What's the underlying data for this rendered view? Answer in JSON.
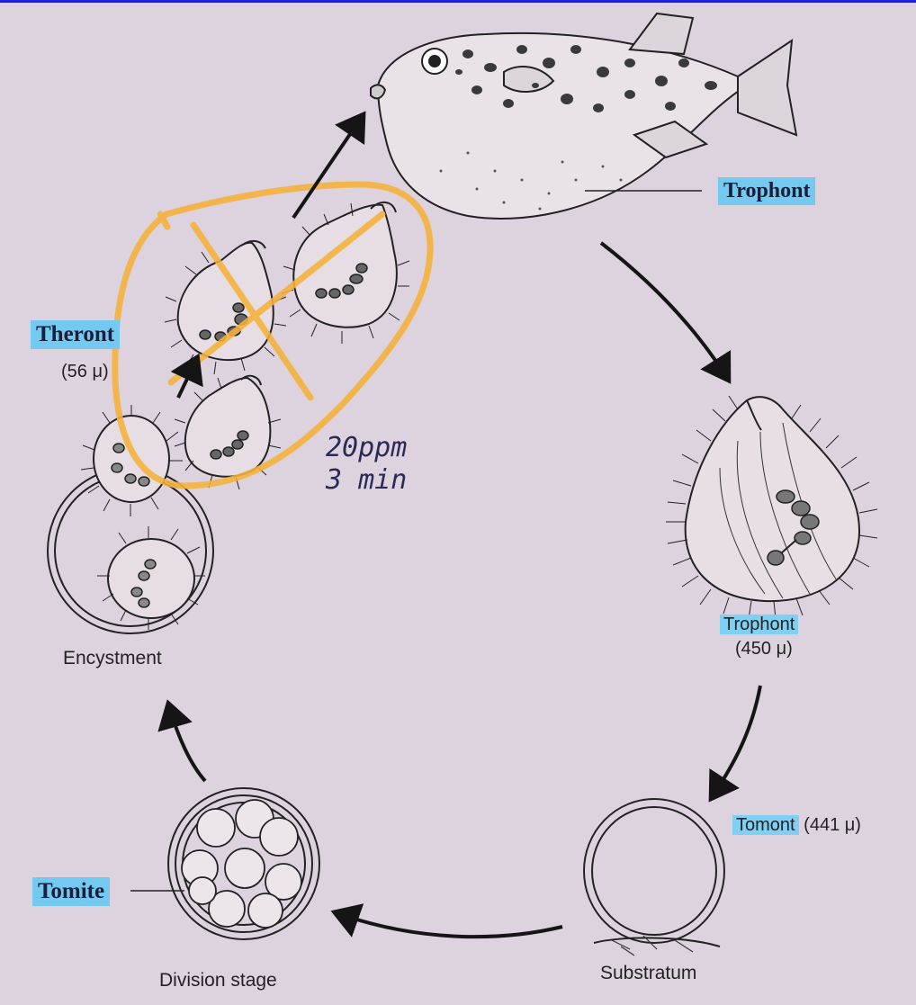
{
  "labels": {
    "trophont_fish": "Trophont",
    "theront": "Theront",
    "theront_size": "(56 μ)",
    "trophont": "Trophont",
    "trophont_size": "(450 μ)",
    "tomont": "Tomont",
    "tomont_size": "(441 μ)",
    "tomite": "Tomite",
    "division_stage": "Division stage",
    "substratum": "Substratum",
    "encystment": "Encystment"
  },
  "handwritten": {
    "line1": "20ppm",
    "line2": "3 min"
  },
  "colors": {
    "background": "#ddd3df",
    "highlight": "#7fd0f2",
    "orange_marker": "#f5b23a",
    "ink": "#222222"
  }
}
